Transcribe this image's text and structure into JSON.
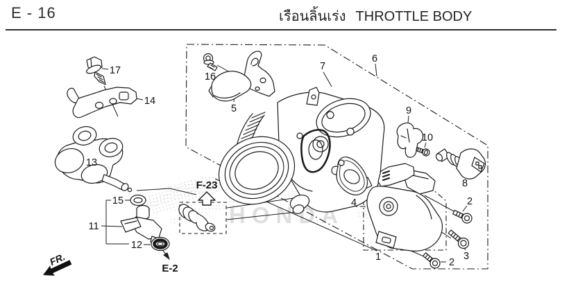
{
  "header": {
    "page_code": "E - 16",
    "title_thai": "เรือนลิ้นเร่ง",
    "title_en": "THROTTLE BODY"
  },
  "diagram": {
    "watermark_text": "HONDA",
    "front_label": "FR.",
    "ref_f23": "F-23",
    "ref_e2": "E-2",
    "callouts": {
      "n1": "1",
      "n2": "2",
      "n3": "3",
      "n4": "4",
      "n5": "5",
      "n6": "6",
      "n7": "7",
      "n8": "8",
      "n9": "9",
      "n10": "10",
      "n11": "11",
      "n12": "12",
      "n13": "13",
      "n14": "14",
      "n15": "15",
      "n16": "16",
      "n17": "17"
    }
  },
  "colors": {
    "ink": "#1a1a1a",
    "watermark": "#c6c6c6",
    "background": "#ffffff"
  }
}
